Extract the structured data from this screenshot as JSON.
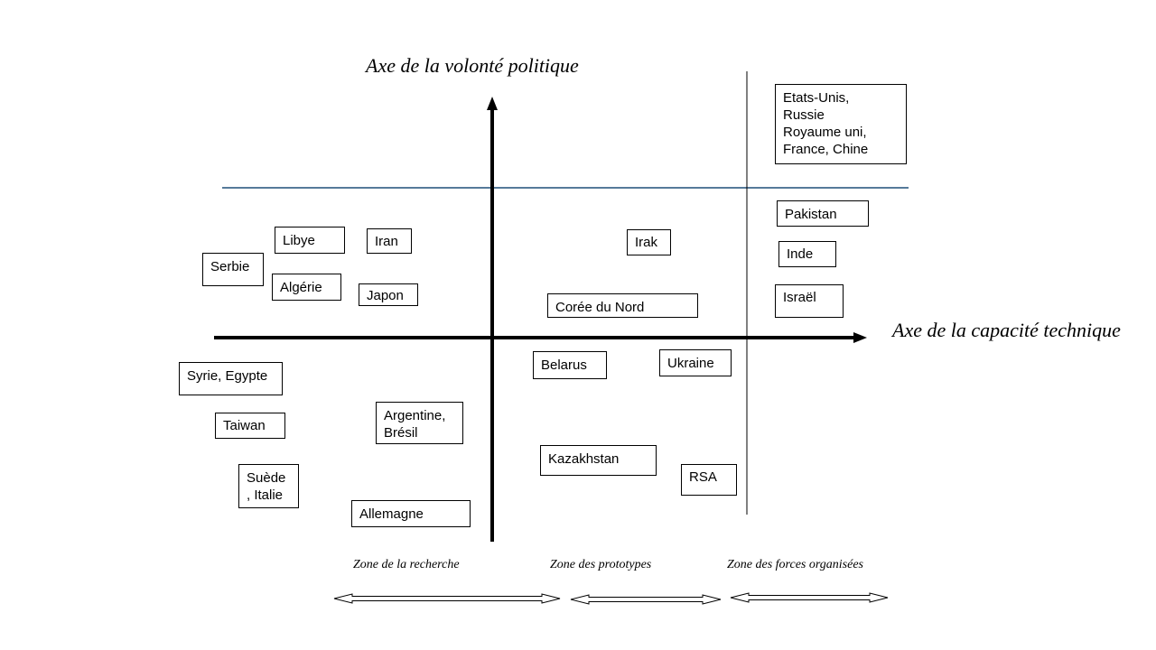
{
  "axes": {
    "vertical_title": "Axe de la volonté politique",
    "horizontal_title": "Axe de la capacité technique"
  },
  "zones": {
    "research": "Zone de la recherche",
    "prototypes": "Zone des prototypes",
    "organized_forces": "Zone des forces organisées"
  },
  "countries": {
    "nuclear_powers": "Etats-Unis,\nRussie\nRoyaume uni,\nFrance, Chine",
    "pakistan": "Pakistan",
    "inde": "Inde",
    "israel": "Israël",
    "libye": "Libye",
    "iran": "Iran",
    "serbie": "Serbie",
    "algerie": "Algérie",
    "japon": "Japon",
    "irak": "Irak",
    "coree_du_nord": "Corée du Nord",
    "syrie_egypte": "Syrie, Egypte",
    "belarus": "Belarus",
    "ukraine": "Ukraine",
    "taiwan": "Taiwan",
    "argentine_bresil": "Argentine,\nBrésil",
    "kazakhstan": "Kazakhstan",
    "suede_italie": "Suède\n, Italie",
    "rsa": "RSA",
    "allemagne": "Allemagne"
  },
  "colors": {
    "threshold_line": "#1f4e79",
    "axis": "#000000"
  }
}
